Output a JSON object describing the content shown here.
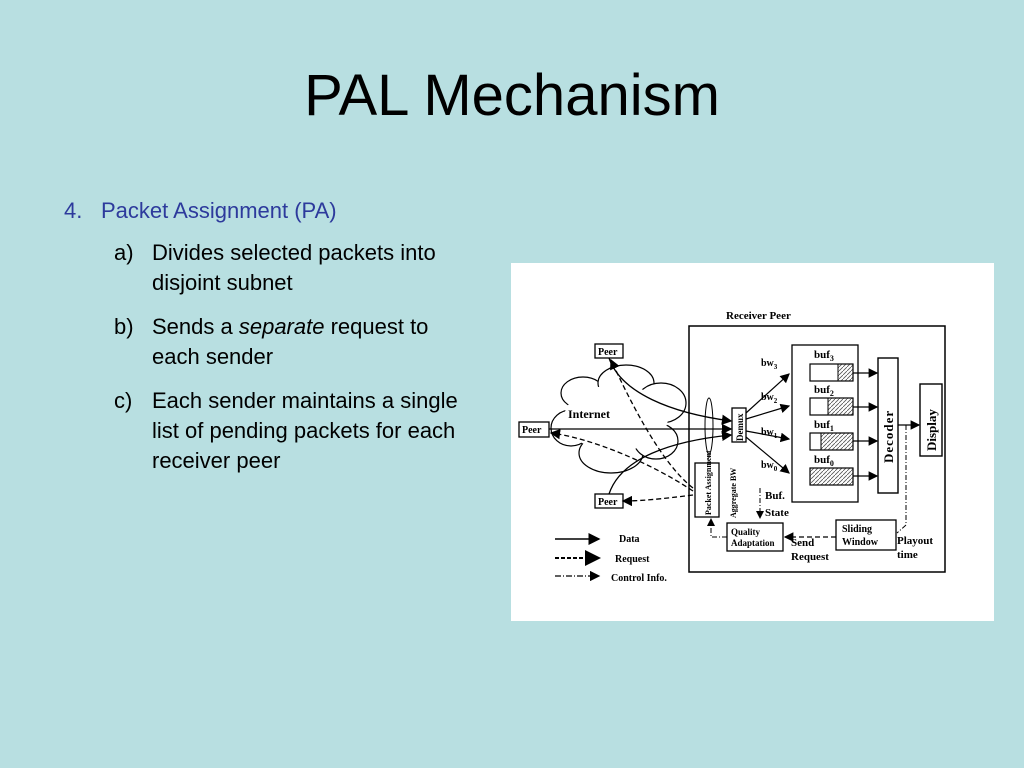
{
  "slide": {
    "title": "PAL Mechanism"
  },
  "list": {
    "num": "4.",
    "heading": "Packet Assignment (PA)",
    "items": [
      {
        "letter": "a)",
        "text": "Divides selected packets into disjoint subnet"
      },
      {
        "letter": "b)",
        "pre": "Sends a ",
        "em": "separate",
        "post": " request to each sender"
      },
      {
        "letter": "c)",
        "text": "Each sender maintains a single list of pending packets for each receiver peer"
      }
    ]
  },
  "diagram": {
    "receiver_peer": "Receiver Peer",
    "peer_top": "Peer",
    "peer_left": "Peer",
    "peer_bottom": "Peer",
    "internet": "Internet",
    "demux": "Demux",
    "aggregate_bw": "Aggregate BW",
    "packet_assignment": "Packet Assignment",
    "bw": [
      "bw",
      "bw",
      "bw",
      "bw"
    ],
    "bw_sub": [
      "3",
      "2",
      "1",
      "0"
    ],
    "buf": [
      "buf",
      "buf",
      "buf",
      "buf"
    ],
    "buf_sub": [
      "3",
      "2",
      "1",
      "0"
    ],
    "decoder": "Decoder",
    "display": "Display",
    "buf_state_1": "Buf.",
    "buf_state_2": "State",
    "quality_1": "Quality",
    "quality_2": "Adaptation",
    "sliding_1": "Sliding",
    "sliding_2": "Window",
    "send_1": "Send",
    "send_2": "Request",
    "playout_1": "Playout",
    "playout_2": "time",
    "legend": [
      "Data",
      "Request",
      "Control Info."
    ]
  }
}
